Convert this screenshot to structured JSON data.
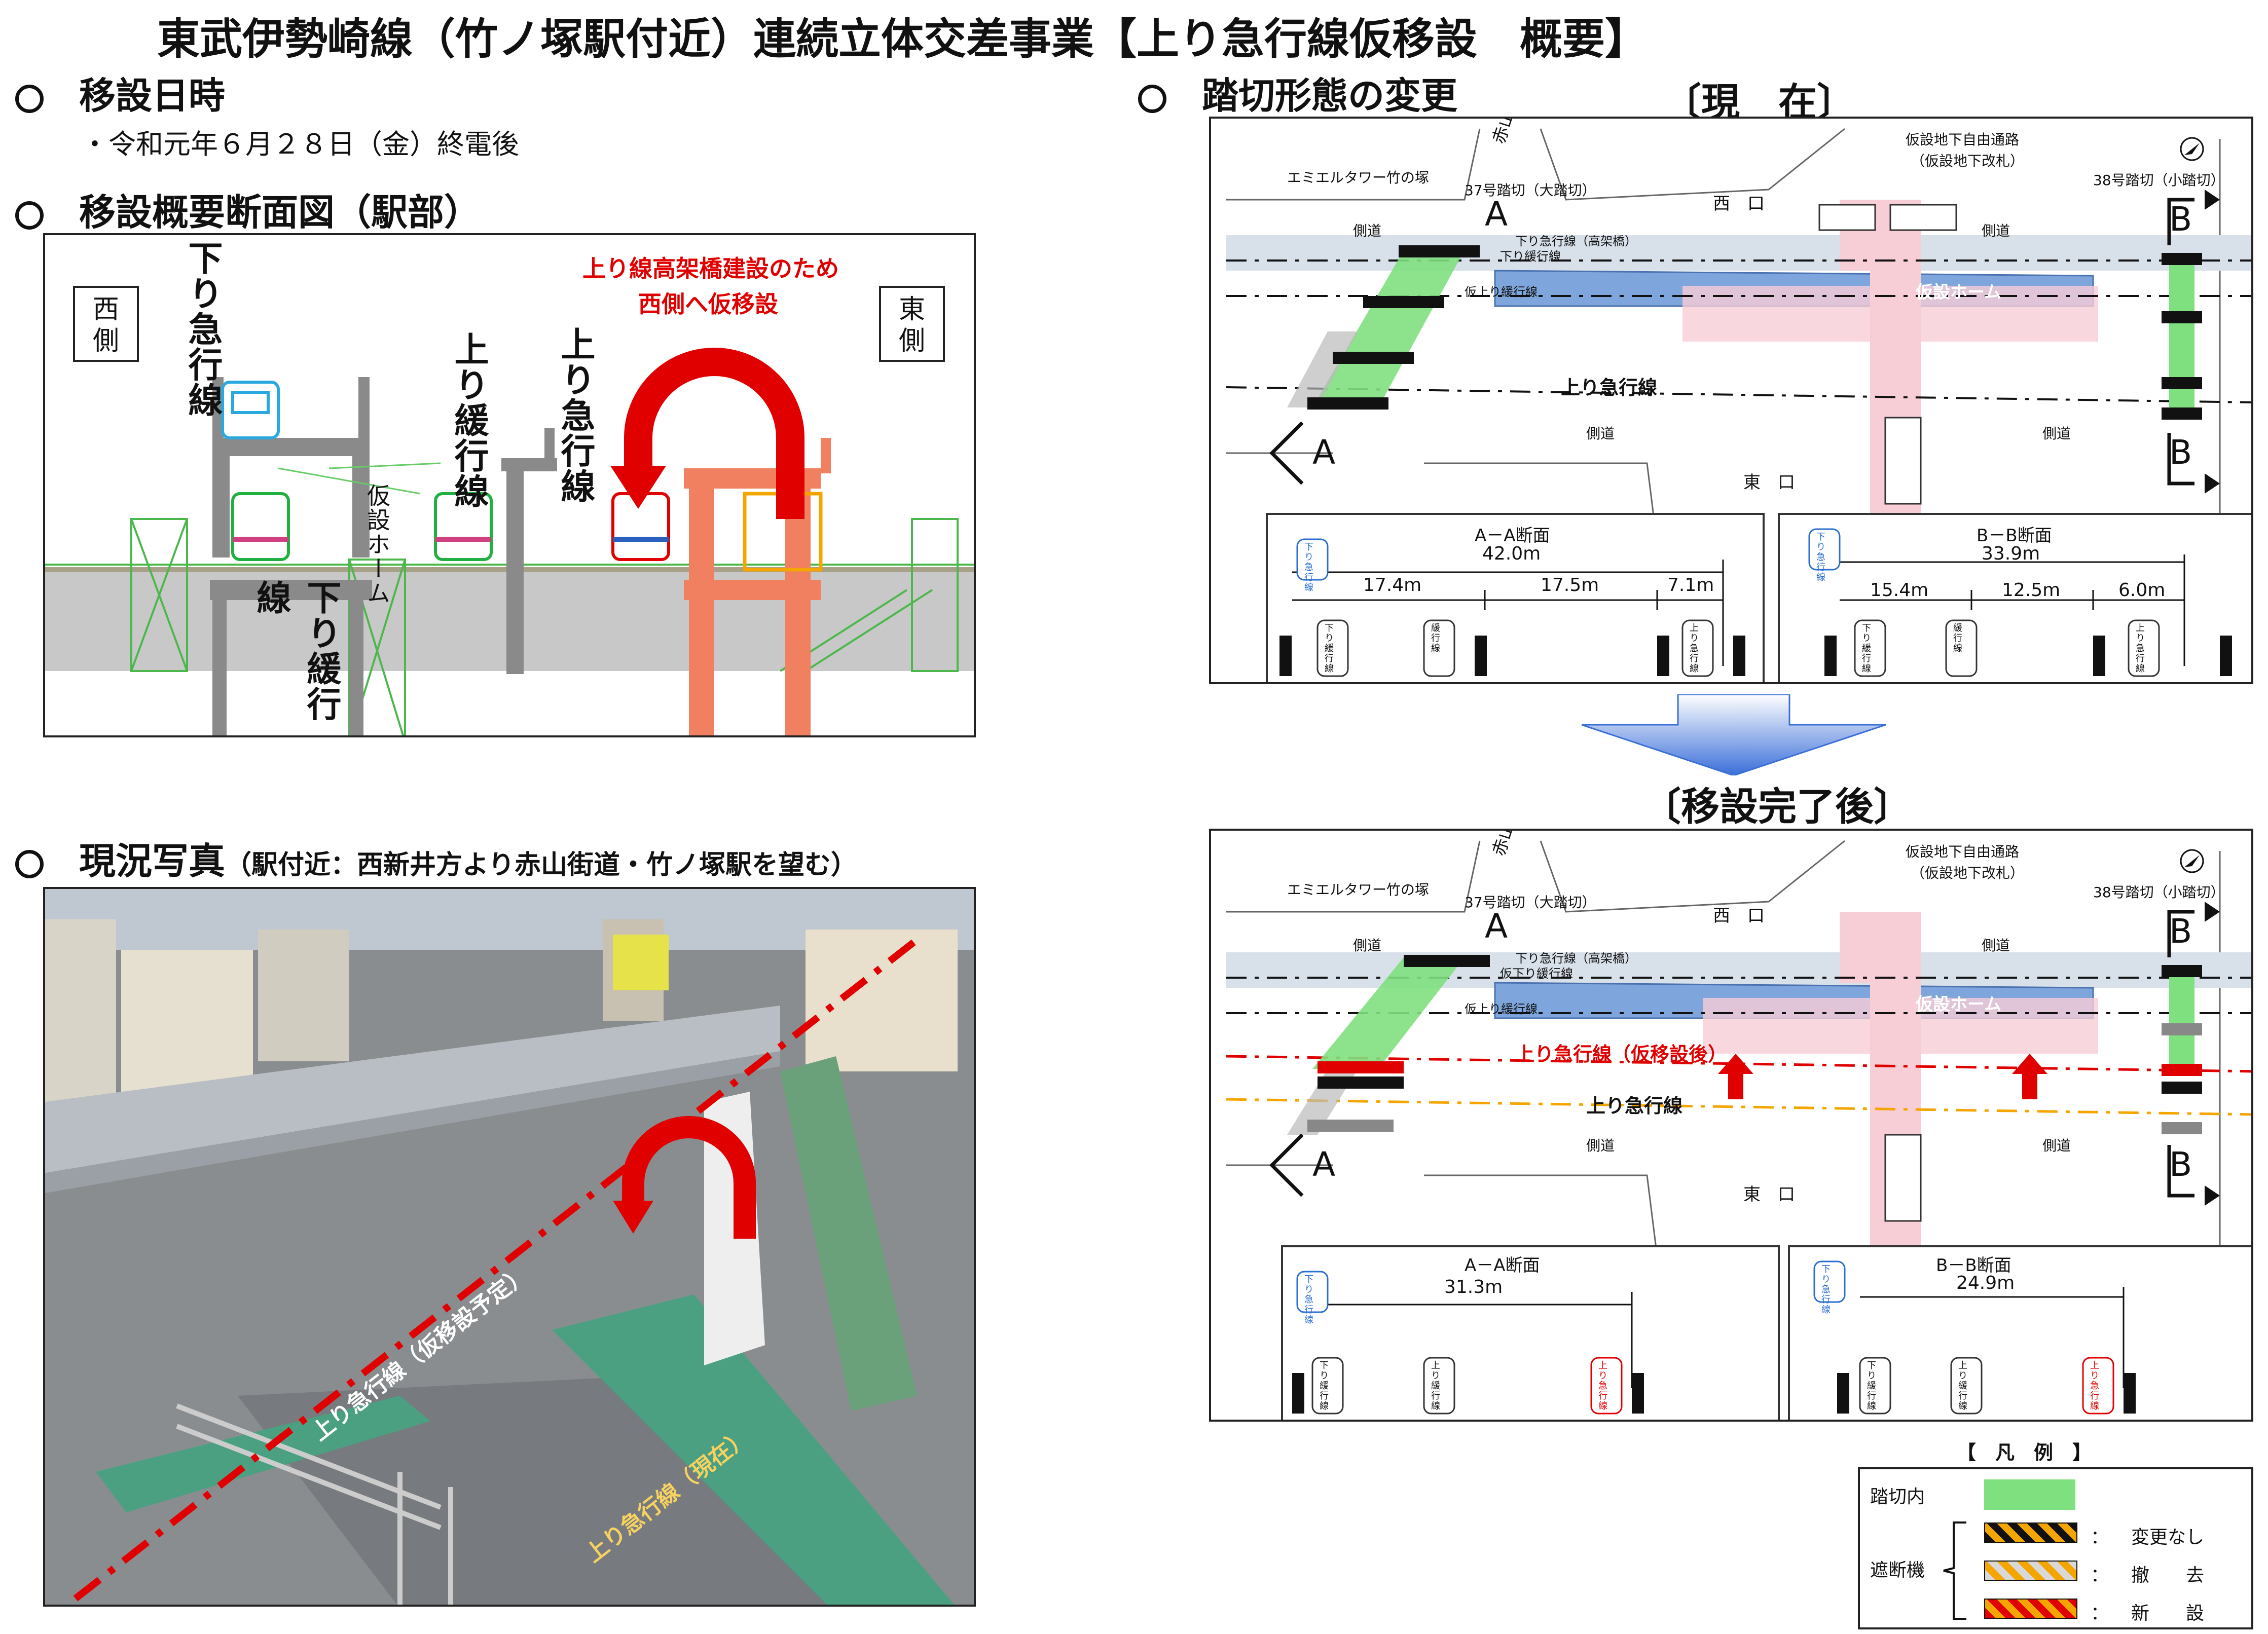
{
  "title": "東武伊勢崎線（竹ノ塚駅付近）連続立体交差事業【上り急行線仮移設　概要】",
  "sec_date": {
    "heading": "移設日時",
    "body": "・令和元年６月２８日（金）終電後"
  },
  "sec_cross": {
    "heading": "移設概要断面図（駅部）",
    "west": "西側",
    "east": "東側",
    "note1": "上り線高架橋建設のため",
    "note2": "西側へ仮移設",
    "lbl_kudari_kyuko": "下り急行線",
    "lbl_nobori_kanko": "上り緩行線",
    "lbl_nobori_kyuko": "上り急行線",
    "lbl_home": "仮設ホーム",
    "lbl_kudari_kanko": "下り緩行線"
  },
  "sec_photo": {
    "heading": "現況写真",
    "sub": "（駅付近：西新井方より赤山街道・竹ノ塚駅を望む）",
    "line_after": "上り急行線（仮移設予定）",
    "line_now": "上り急行線（現在）"
  },
  "sec_crossing": {
    "heading": "踏切形態の変更"
  },
  "plan_now": {
    "header": "〔現　在〕",
    "tower": "エミエルタワー竹の塚",
    "road": "赤山街道",
    "cross37": "37号踏切（大踏切）",
    "cross38": "38号踏切（小踏切）",
    "tunnel": "仮設地下自由通路",
    "gate": "（仮設地下改札）",
    "west_exit": "西　口",
    "east_exit": "東　口",
    "sidewalk1": "側道",
    "sidewalk2": "側道",
    "sidewalk3": "側道",
    "sidewalk4": "側道",
    "kudari_kyuko": "下り急行線（高架橋）",
    "kudari_kanko": "下り緩行線",
    "kari_nobori": "仮上り緩行線",
    "home": "仮設ホーム",
    "nobori_kyuko": "上り急行線",
    "a_mark": "A",
    "b_mark": "B",
    "aa_title": "A－A断面",
    "aa_total": "42.0m",
    "aa_d1": "17.4m",
    "aa_d2": "17.5m",
    "aa_d3": "7.1m",
    "bb_title": "B－B断面",
    "bb_total": "33.9m",
    "bb_d1": "15.4m",
    "bb_d2": "12.5m",
    "bb_d3": "6.0m",
    "t_kudari_kyuko": "下り急行線",
    "t_kudari_kanko": "下り緩行線",
    "t_nobori_kanko": "緩行線",
    "t_nobori_kyuko": "上り急行線"
  },
  "plan_after": {
    "header": "〔移設完了後〕",
    "tower": "エミエルタワー竹の塚",
    "road": "赤山街道",
    "cross37": "37号踏切（大踏切）",
    "cross38": "38号踏切（小踏切）",
    "tunnel": "仮設地下自由通路",
    "gate": "（仮設地下改札）",
    "west_exit": "西　口",
    "east_exit": "東　口",
    "sidewalk1": "側道",
    "sidewalk2": "側道",
    "sidewalk3": "側道",
    "sidewalk4": "側道",
    "kudari_kyuko": "下り急行線（高架橋）",
    "kudari_kanko": "仮下り緩行線",
    "kari_nobori": "仮上り緩行線",
    "home": "仮設ホーム",
    "nobori_after": "上り急行線（仮移設後）",
    "nobori_kyuko": "上り急行線",
    "a_mark": "A",
    "b_mark": "B",
    "aa_title": "A－A断面",
    "aa_total": "31.3m",
    "bb_title": "B－B断面",
    "bb_total": "24.9m",
    "t_kudari_kyuko": "下り急行線",
    "t_kudari_kanko": "下り緩行線",
    "t_nobori_kanko": "上り緩行線",
    "t_nobori_kyuko": "上り急行線"
  },
  "legend": {
    "title": "【　凡　例　】",
    "inside": "踏切内",
    "barrier": "遮断機",
    "colon": "：",
    "nochange": "変更なし",
    "remove": "撤　　去",
    "new": "新　　設"
  },
  "colors": {
    "green": "#7fe07f",
    "blue": "#7ea6dc",
    "pink": "#f7cdd6",
    "red": "#e00000",
    "orange": "#f5a500",
    "arrow_blue": "#3a6fd8"
  }
}
